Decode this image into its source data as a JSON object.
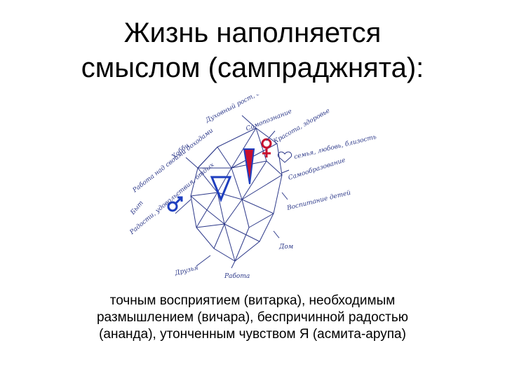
{
  "slide": {
    "title_lines": [
      "Жизнь наполняется",
      "смыслом (сампраджнята):"
    ],
    "caption_lines": [
      "точным восприятием (витарка), необходимым",
      "размышлением (вичара), беспричинной радостью",
      "(ананда), утонченным чувством Я (асмита-арупа)"
    ]
  },
  "diagram": {
    "line_color": "#2e3a8a",
    "female_color": "#c8102e",
    "male_color": "#1f3fbf",
    "labels": {
      "spiritual_growth": "Духовный рост, богопознание",
      "self_knowledge": "Самопознание",
      "beauty_health": "Красота, здоровье",
      "family_love": "семья, любовь, близость",
      "self_education": "Самообразование",
      "upbringing": "Воспитание детей",
      "home": "Дом",
      "work": "Работа",
      "friends": "Друзья",
      "joys_pleasures": "Радости, удовольствия, отдых",
      "life_style": "Быт",
      "care_of_parents": "Работа над своими доходами",
      "hobby": "Хобби"
    }
  }
}
